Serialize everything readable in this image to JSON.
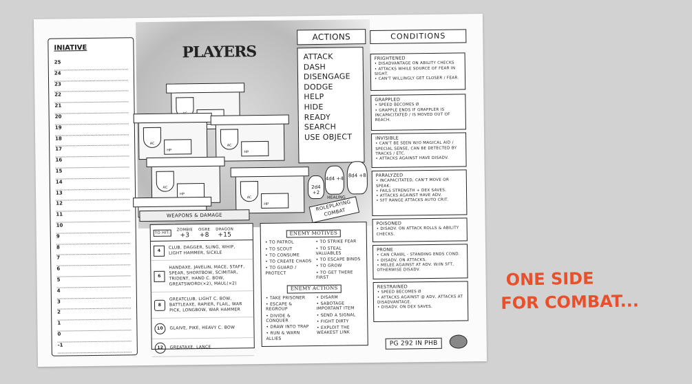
{
  "initiative": {
    "title": "INIATIVE",
    "numbers": [
      "25",
      "24",
      "23",
      "22",
      "21",
      "20",
      "19",
      "18",
      "17",
      "16",
      "15",
      "14",
      "13",
      "12",
      "11",
      "10",
      "9",
      "8",
      "7",
      "6",
      "5",
      "4",
      "3",
      "2",
      "1",
      "0",
      "-1"
    ]
  },
  "players": {
    "title": "PLAYERS",
    "ac_label": "AC",
    "hp_label": "HP",
    "card_count": 6
  },
  "actions": {
    "title": "ACTIONS",
    "items": [
      "ATTACK",
      "DASH",
      "DISENGAGE",
      "DODGE",
      "HELP",
      "HIDE",
      "READY",
      "SEARCH",
      "USE OBJECT"
    ]
  },
  "potions": {
    "small": "2d4 +2",
    "medium": "4d4 +4",
    "large": "8d4 +8",
    "label": "HEALING"
  },
  "conditions": {
    "title": "CONDITIONS",
    "items": [
      {
        "name": "FRIGHTENED",
        "lines": [
          "• DISADVANTAGE ON ABILITY CHECKS",
          "• ATTACKS WHILE SOURCE OF FEAR IN SIGHT.",
          "• CAN'T WILLINGLY GET CLOSER / FEAR."
        ]
      },
      {
        "name": "GRAPPLED",
        "lines": [
          "• SPEED BECOMES Ø",
          "• GRAPPLE ENDS IF GRAPPLER IS INCAPACITATED / IS MOVED OUT OF REACH."
        ]
      },
      {
        "name": "INVISIBLE",
        "lines": [
          "• CAN'T BE SEEN W/O MAGICAL AID / SPECIAL SENSE, CAN BE DETECTED BY TRACKS / ETC.",
          "• ATTACKS AGAINST HAVE DISADV."
        ]
      },
      {
        "name": "PARALYZED",
        "lines": [
          "• INCAPACITATED, CAN'T MOVE OR SPEAK.",
          "• FAILS STRENGTH + DEX SAVES.",
          "• ATTACKS AGAINST HAVE ADV.",
          "• 5FT RANGE ATTACKS AUTO CRIT."
        ]
      },
      {
        "name": "POISONED",
        "lines": [
          "• DISADV. ON ATTACK ROLLS & ABILITY CHECKS."
        ]
      },
      {
        "name": "PRONE",
        "lines": [
          "• CAN CRAWL - STANDING ENDS COND.",
          "• DISADV. ON ATTACKS.",
          "• MELEE AGAINST AT ADV. W/IN 5FT, OTHERWISE DISADV."
        ]
      },
      {
        "name": "RESTRAINED",
        "lines": [
          "• SPEED BECOMES Ø",
          "• ATTACKS AGAINST @ ADV, ATTACKS AT DISADVANTAGE.",
          "• DISADV. ON DEX SAVES."
        ]
      }
    ]
  },
  "weapons": {
    "title": "WEAPONS & DAMAGE",
    "to_hit": "TO HIT:",
    "monsters": [
      {
        "name": "ZOMBIE",
        "value": "+3"
      },
      {
        "name": "OGRE",
        "value": "+8"
      },
      {
        "name": "DRAGON",
        "value": "+15"
      }
    ],
    "rows": [
      {
        "die": "4",
        "text": "CLUB, DAGGER, SLING, WHIP, LIGHT HAMMER, SICKLE"
      },
      {
        "die": "6",
        "text": "HANDAXE, JAVELIN, MACE, STAFF, SPEAR, SHORTBOW, SCIMITAR, TRIDENT, HAND C. BOW, GREATSWORD(×2), MAUL(×2)"
      },
      {
        "die": "8",
        "text": "GREATCLUB, LIGHT C. BOW, BATTLEAXE, RAPIER, FLAIL, WAR PICK, LONGBOW, WAR HAMMER"
      },
      {
        "die": "10",
        "text": "GLAIVE, PIKE, HEAVY C. BOW"
      },
      {
        "die": "12",
        "text": "GREATAXE, LANCE"
      }
    ]
  },
  "roleplaying": "ROLEPLAYING COMBAT",
  "enemy_motives": {
    "title": "ENEMY MOTIVES",
    "left": [
      "• TO PATROL",
      "• TO SCOUT",
      "• TO CONSUME",
      "• TO CREATE CHAOS",
      "• TO GUARD / PROTECT"
    ],
    "right": [
      "• TO STRIKE FEAR",
      "• TO STEAL VALUABLES",
      "• TO ESCAPE BINDS",
      "• TO GROW",
      "• TO GET THERE FIRST"
    ]
  },
  "enemy_actions": {
    "title": "ENEMY ACTIONS",
    "left": [
      "• TAKE PRISONER",
      "• ESCAPE & REGROUP",
      "• DIVIDE & CONQUER",
      "• DRAW INTO TRAP",
      "• RUN & WARN ALLIES"
    ],
    "right": [
      "• DISARM",
      "• SABOTAGE IMPORTANT ITEM",
      "• SEND A SIGNAL",
      "• FIGHT DIRTY",
      "• EXPLOIT THE WEAKEST LINK"
    ]
  },
  "page_ref": "PG 292 IN PHB",
  "note": {
    "line1": "ONE SIDE",
    "line2": "FOR COMBAT...",
    "color": "#e8502b"
  }
}
